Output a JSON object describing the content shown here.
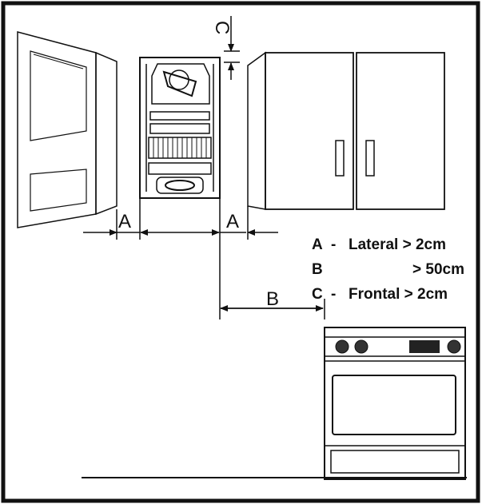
{
  "dimensions": {
    "a_left": "A",
    "a_right": "A",
    "b": "B",
    "c": "C"
  },
  "legend": [
    {
      "key": "A",
      "separator": "-",
      "text": "Lateral > 2cm"
    },
    {
      "key": "B",
      "separator": "",
      "text": "> 50cm"
    },
    {
      "key": "C",
      "separator": "-",
      "text": "Frontal > 2cm"
    }
  ],
  "colors": {
    "line": "#111111",
    "background": "#ffffff"
  }
}
